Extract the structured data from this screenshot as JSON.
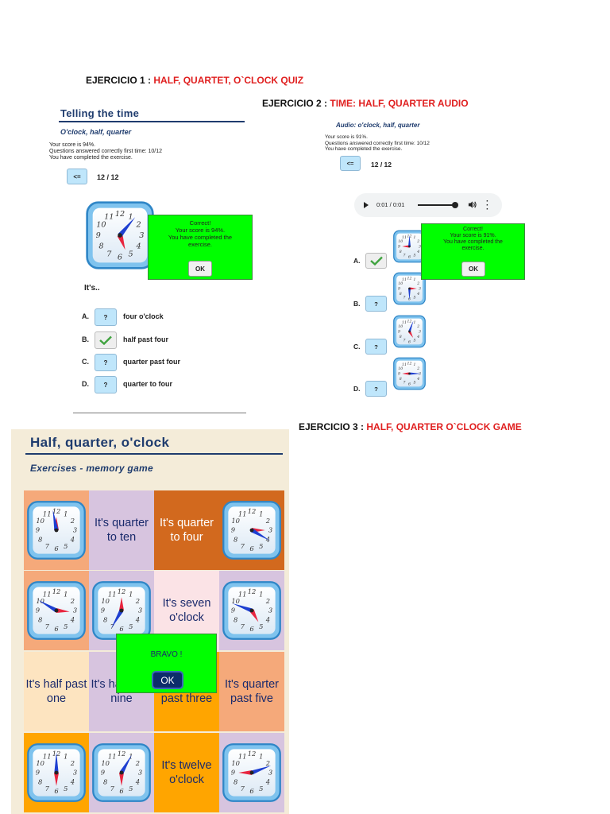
{
  "headings": {
    "ex1": {
      "label": "EJERCICIO 1 :",
      "title": "HALF, QUARTET, O`CLOCK QUIZ"
    },
    "ex2": {
      "label": "EJERCICIO 2 :",
      "title": "TIME: HALF, QUARTER AUDIO"
    },
    "ex3": {
      "label": "EJERCICIO 3 :",
      "title": "HALF, QUARTER O`CLOCK GAME"
    }
  },
  "colors": {
    "heading_accent": "#e01f1f",
    "navy": "#1f3c6e",
    "popup_green": "#00ff00",
    "button_blue": "#bfe6fb",
    "check_green": "#3fa33f",
    "hand_red": "#e8253f",
    "hand_blue": "#1e3fd1"
  },
  "quiz": {
    "title": "Telling the time",
    "subtitle": "O'clock, half, quarter",
    "score_lines": [
      "Your score is 94%.",
      "Questions answered correctly first time: 10/12",
      "You have completed the exercise."
    ],
    "back_label": "<=",
    "progress": "12 / 12",
    "popup": {
      "lines": [
        "Correct!",
        "Your score is 94%.",
        "You have completed the",
        "exercise."
      ],
      "ok_label": "OK"
    },
    "prompt": "It's..",
    "options": [
      {
        "letter": "A.",
        "button": "?",
        "text": "four o'clock",
        "checked": false
      },
      {
        "letter": "B.",
        "button": "check-icon",
        "text": "half past four",
        "checked": true
      },
      {
        "letter": "C.",
        "button": "?",
        "text": "quarter past four",
        "checked": false
      },
      {
        "letter": "D.",
        "button": "?",
        "text": "quarter to four",
        "checked": false
      }
    ]
  },
  "audio_exercise": {
    "subtitle": "Audio: o'clock, half, quarter",
    "score_lines": [
      "Your score is 91%.",
      "Questions answered correctly first time: 10/12",
      "You have completed the exercise."
    ],
    "back_label": "<=",
    "progress": "12 / 12",
    "player": {
      "time": "0:01 / 0:01",
      "play_icon": "play-icon",
      "volume_icon": "volume-icon",
      "menu_icon": "more-vert-icon"
    },
    "popup": {
      "lines": [
        "Correct!",
        "Your score is 91%.",
        "You have completed the",
        "exercise."
      ],
      "ok_label": "OK"
    },
    "options": [
      {
        "letter": "A.",
        "button": "check-icon",
        "checked": true
      },
      {
        "letter": "B.",
        "button": "?",
        "checked": false
      },
      {
        "letter": "C.",
        "button": "?",
        "checked": false
      },
      {
        "letter": "D.",
        "button": "?",
        "checked": false
      }
    ]
  },
  "memory_game": {
    "title": "Half, quarter, o'clock",
    "subtitle": "Exercises - memory game",
    "cells": [
      {
        "kind": "clock",
        "bg": "#f5a97a"
      },
      {
        "kind": "text",
        "text": "It's quarter to ten",
        "bg": "#d7c4df"
      },
      {
        "kind": "text",
        "text": "It's quarter to four",
        "bg": "#d2691e",
        "fg": "#ffffff"
      },
      {
        "kind": "clock",
        "bg": "#d2691e"
      },
      {
        "kind": "clock",
        "bg": "#f5a97a"
      },
      {
        "kind": "clock",
        "bg": "#d7c4df"
      },
      {
        "kind": "text",
        "text": "It's seven o'clock",
        "bg": "#fbe3e6"
      },
      {
        "kind": "clock",
        "bg": "#d7c4df"
      },
      {
        "kind": "text",
        "text": "It's half past one",
        "bg": "#fde4c0"
      },
      {
        "kind": "text",
        "text": "It's half past nine",
        "bg": "#d7c4df"
      },
      {
        "kind": "text",
        "text": "It's quarter past three",
        "bg": "#ffa500"
      },
      {
        "kind": "text",
        "text": "It's quarter past five",
        "bg": "#f5a97a"
      },
      {
        "kind": "clock",
        "bg": "#ffa500"
      },
      {
        "kind": "clock",
        "bg": "#d7c4df"
      },
      {
        "kind": "text",
        "text": "It's twelve o'clock",
        "bg": "#ffa500"
      },
      {
        "kind": "clock",
        "bg": "#d7c4df"
      }
    ],
    "popup": {
      "message": "BRAVO !",
      "ok_label": "OK"
    }
  }
}
